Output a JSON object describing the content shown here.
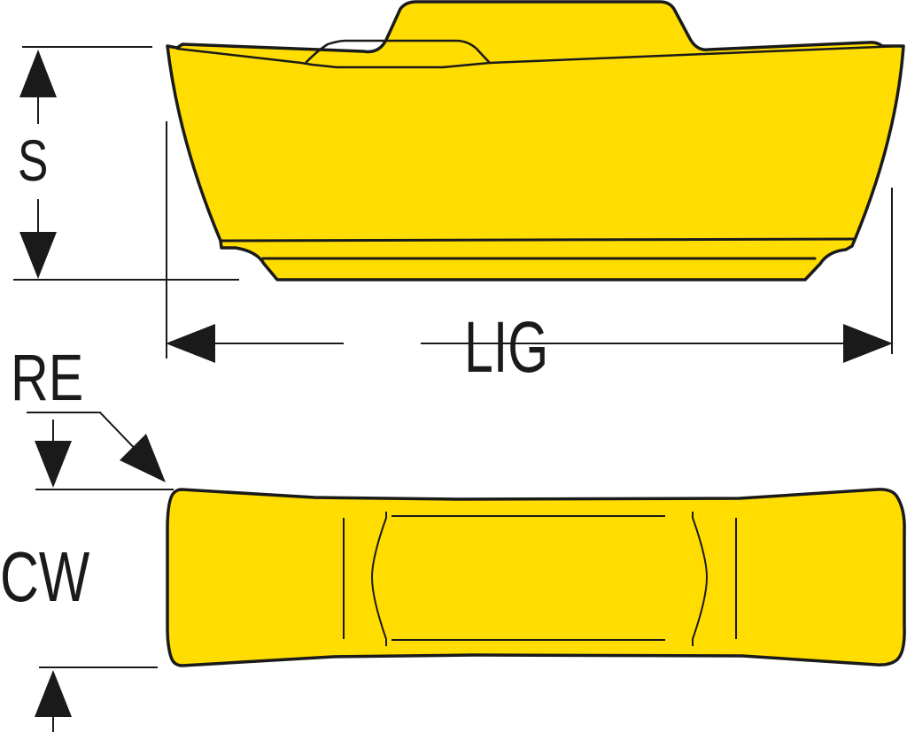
{
  "diagram": {
    "subject": "Grooving / parting-off insert",
    "colors": {
      "insert_fill": "#FFDD00",
      "outline": "#1a1a1a",
      "background": "#FFFFFF"
    },
    "views": [
      {
        "id": "side-view",
        "description": "Side view of insert showing seat height"
      },
      {
        "id": "top-view",
        "description": "Top view of insert showing cutting width"
      }
    ],
    "dimensions": {
      "s": {
        "label": "S",
        "meaning": "insert thickness / height",
        "orientation": "vertical"
      },
      "lig": {
        "label": "LIG",
        "meaning": "insert length",
        "orientation": "horizontal"
      },
      "re": {
        "label": "RE",
        "meaning": "corner radius",
        "orientation": "diagonal"
      },
      "cw": {
        "label": "CW",
        "meaning": "cutting width",
        "orientation": "vertical"
      }
    }
  }
}
